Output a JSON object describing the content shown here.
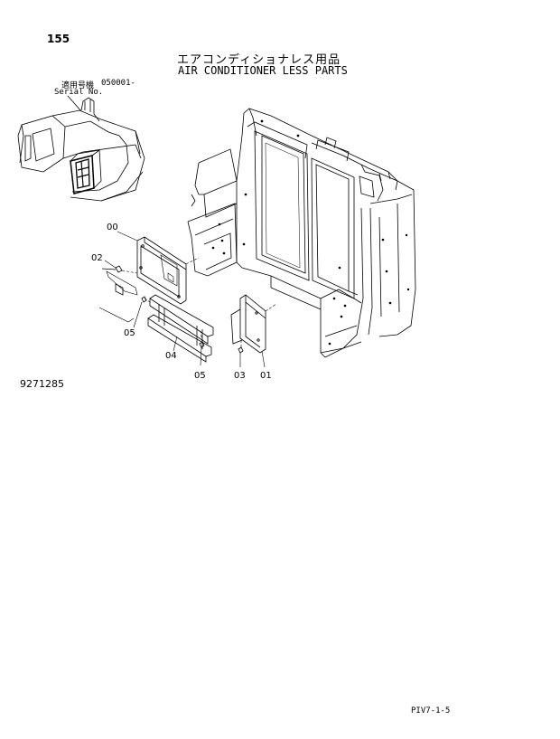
{
  "page_number": "155",
  "title_jp": "エアコンディショナレス用品",
  "title_en": "AIR CONDITIONER LESS PARTS",
  "serial": {
    "label_jp": "適用号機",
    "range": "050001-",
    "label_en": "Serial No."
  },
  "callouts": {
    "c00": "00",
    "c02": "02",
    "c05a": "05",
    "c04": "04",
    "c05b": "05",
    "c03": "03",
    "c01": "01"
  },
  "drawing_number": "9271285",
  "footer_code": "PIV7-1-5"
}
